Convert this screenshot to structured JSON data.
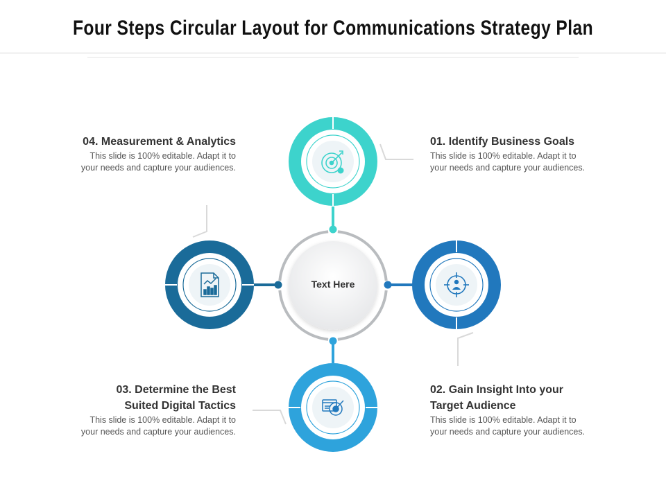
{
  "title": "Four Steps Circular Layout for Communications Strategy Plan",
  "center": {
    "label": "Text Here"
  },
  "steps": [
    {
      "heading": "01. Identify Business Goals",
      "text_line1": "This slide is 100% editable. Adapt it to",
      "text_line2": "your needs and capture your audiences.",
      "color": "#3dd3cc",
      "icon": "target-arrow-icon"
    },
    {
      "heading_line1": "02. Gain Insight Into your",
      "heading_line2": "Target Audience",
      "text_line1": "This slide is 100% editable. Adapt it to",
      "text_line2": "your needs and capture your audiences.",
      "color": "#2178bd",
      "icon": "crosshair-person-icon"
    },
    {
      "heading_line1": "03. Determine the Best",
      "heading_line2": "Suited Digital Tactics",
      "text_line1": "This slide is 100% editable. Adapt it to",
      "text_line2": "your needs and capture your audiences.",
      "color": "#2ea3dc",
      "icon": "digital-target-icon"
    },
    {
      "heading": "04. Measurement & Analytics",
      "text_line1": "This slide is 100% editable. Adapt it to",
      "text_line2": "your needs and capture your audiences.",
      "color": "#1a6b99",
      "icon": "analytics-report-icon"
    }
  ],
  "colors": {
    "ring_gray": "#b9bcbf",
    "connector_line": "#d9d9d9"
  }
}
